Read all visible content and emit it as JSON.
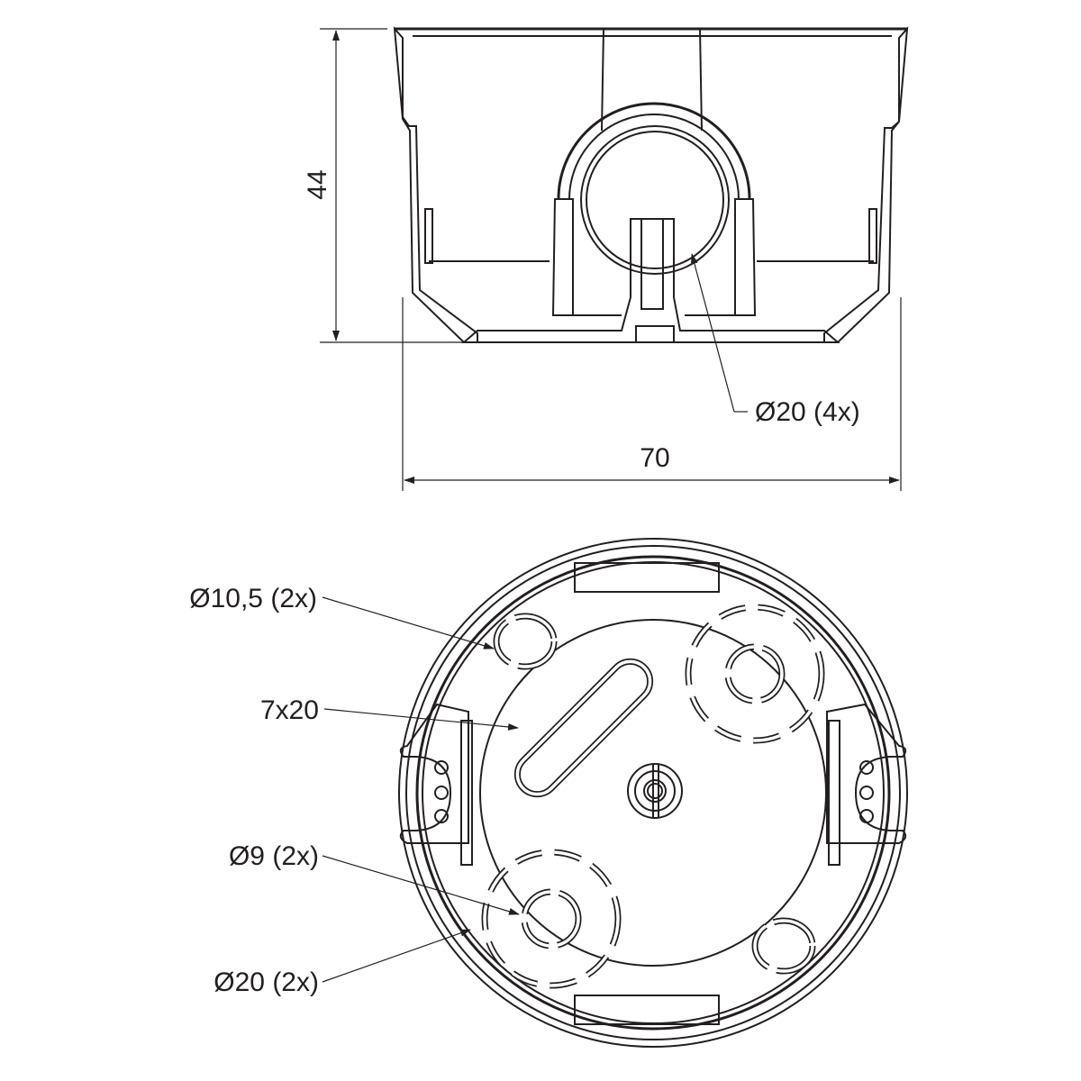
{
  "dimensions": {
    "height": "44",
    "width": "70"
  },
  "callouts": {
    "side_hole": "Ø20 (4x)",
    "knockout_small_top": "Ø10,5 (2x)",
    "slot": "7x20",
    "knockout_inner": "Ø9 (2x)",
    "knockout_outer": "Ø20 (2x)"
  },
  "colors": {
    "line": "#231f20",
    "background": "#ffffff"
  }
}
